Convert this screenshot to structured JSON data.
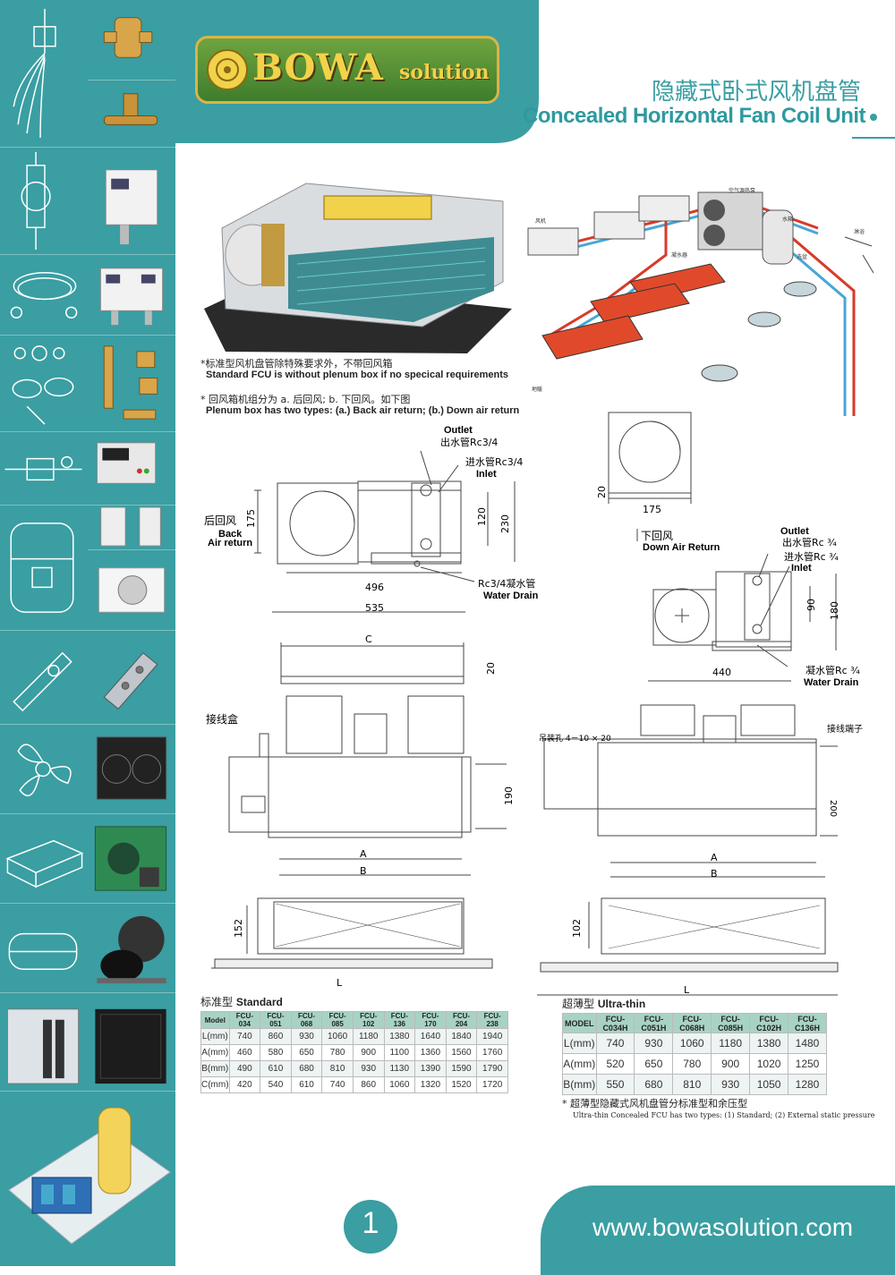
{
  "brand": {
    "logo_main": "BOWA",
    "logo_sub": "solution"
  },
  "title": {
    "cn": "隐藏式卧式风机盘管",
    "en": "Concealed Horizontal Fan Coil Unit"
  },
  "notes": {
    "standard_cn": "*标准型风机盘管除特殊要求外，不带回风箱",
    "standard_en": "Standard FCU is without plenum box  if no specical requirements",
    "plenum_cn": "* 回风箱机组分为 a. 后回风; b. 下回风。如下图",
    "plenum_en": "Plenum box has two types: (a.) Back air return; (b.) Down air return"
  },
  "system_labels": {
    "air_source": "空气源热泵",
    "water_tank": "水箱",
    "fan_unit": "风机",
    "condenser": "凝水器",
    "floor_heat": "地暖",
    "shower": "淋浴",
    "basin": "洗盆"
  },
  "back_return": {
    "outlet_en": "Outlet",
    "outlet_cn": "出水管Rc3/4",
    "inlet_cn": "进水管Rc3/4",
    "inlet_en": "Inlet",
    "side_cn": "后回风",
    "side_en1": "Back",
    "side_en2": "Air return",
    "dim_175": "175",
    "dim_120": "120",
    "dim_230": "230",
    "dim_496": "496",
    "dim_535": "535",
    "drain_cn": "Rc3/4凝水管",
    "drain_en": "Water Drain"
  },
  "down_return": {
    "dim_20": "20",
    "dim_175": "175",
    "down_cn": "下回风",
    "down_en": "Down Air Return",
    "outlet_en": "Outlet",
    "outlet_cn": "出水管Rc ¾",
    "inlet_cn": "进水管Rc ¾",
    "inlet_en": "Inlet",
    "dim_90": "90",
    "dim_180": "180",
    "dim_440": "440",
    "drain_cn": "凝水管Rc ¾",
    "drain_en": "Water Drain"
  },
  "standard_drawing": {
    "dim_C": "C",
    "dim_20": "20",
    "junction_cn": "接线盒",
    "dim_190": "190",
    "dim_A": "A",
    "dim_B": "B",
    "dim_152": "152",
    "dim_L": "L"
  },
  "ultra_drawing": {
    "hang_cn": "吊装孔 4－10 × 20",
    "terminal_cn": "接线端子",
    "dim_200": "200",
    "dim_A": "A",
    "dim_B": "B",
    "dim_102": "102",
    "dim_L": "L"
  },
  "standard_table": {
    "caption_cn": "标准型",
    "caption_en": "Standard",
    "headers": [
      "Model",
      "FCU-034",
      "FCU-051",
      "FCU-068",
      "FCU-085",
      "FCU-102",
      "FCU-136",
      "FCU-170",
      "FCU-204",
      "FCU-238"
    ],
    "rows": [
      [
        "L(mm)",
        "740",
        "860",
        "930",
        "1060",
        "1180",
        "1380",
        "1640",
        "1840",
        "1940"
      ],
      [
        "A(mm)",
        "460",
        "580",
        "650",
        "780",
        "900",
        "1100",
        "1360",
        "1560",
        "1760"
      ],
      [
        "B(mm)",
        "490",
        "610",
        "680",
        "810",
        "930",
        "1130",
        "1390",
        "1590",
        "1790"
      ],
      [
        "C(mm)",
        "420",
        "540",
        "610",
        "740",
        "860",
        "1060",
        "1320",
        "1520",
        "1720"
      ]
    ]
  },
  "ultra_table": {
    "caption_cn": "超薄型",
    "caption_en": "Ultra-thin",
    "headers": [
      "MODEL",
      "FCU-C034H",
      "FCU-C051H",
      "FCU-C068H",
      "FCU-C085H",
      "FCU-C102H",
      "FCU-C136H"
    ],
    "rows": [
      [
        "L(mm)",
        "740",
        "930",
        "1060",
        "1180",
        "1380",
        "1480"
      ],
      [
        "A(mm)",
        "520",
        "650",
        "780",
        "900",
        "1020",
        "1250"
      ],
      [
        "B(mm)",
        "550",
        "680",
        "810",
        "930",
        "1050",
        "1280"
      ]
    ],
    "note_cn": "* 超薄型隐藏式风机盘管分标准型和余压型",
    "note_en": "Ultra-thin Concealed FCU has two types: (1) Standard; (2) External static pressure"
  },
  "footer": {
    "page_number": "1",
    "website": "www.bowasolution.com"
  },
  "colors": {
    "teal": "#3a9ea2",
    "logo_green": "#4f8f34",
    "logo_gold": "#f2d24a",
    "pipe_red": "#d83a2a",
    "pipe_blue": "#4aa6d6"
  },
  "sidebar_icons": [
    "solenoid-valve-icon",
    "expansion-valve-icon",
    "pressure-switch-icon",
    "capillary-tube-icon",
    "fittings-icon",
    "flare-nut-icon",
    "sight-glass-icon",
    "controller-icon",
    "scroll-compressor-icon",
    "relay-icon",
    "evaporator-icon",
    "door-hinge-icon",
    "fan-blade-icon",
    "condenser-coil-icon",
    "condensing-unit-icon",
    "compressor-unit-icon",
    "chiller-icon",
    "water-heater-icon"
  ]
}
